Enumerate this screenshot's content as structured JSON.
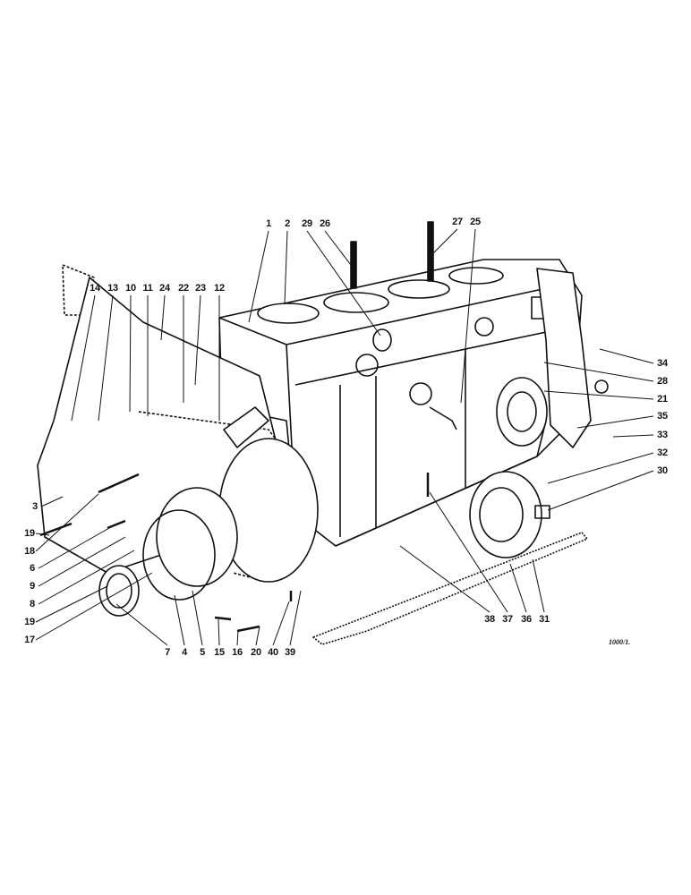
{
  "figure": {
    "reference": "1000/1.",
    "ink_color": "#111111",
    "background": "#ffffff",
    "callouts": {
      "top": [
        "1",
        "2",
        "29",
        "26",
        "27",
        "25"
      ],
      "upper_left": [
        "14",
        "13",
        "10",
        "11",
        "24",
        "22",
        "23",
        "12"
      ],
      "left": [
        "3",
        "19",
        "18",
        "6",
        "9",
        "8",
        "19",
        "17"
      ],
      "bottom": [
        "7",
        "4",
        "5",
        "15",
        "16",
        "20",
        "40",
        "39"
      ],
      "right": [
        "34",
        "28",
        "21",
        "35",
        "33",
        "32",
        "30"
      ],
      "bottom_right": [
        "38",
        "37",
        "36",
        "31"
      ]
    }
  }
}
